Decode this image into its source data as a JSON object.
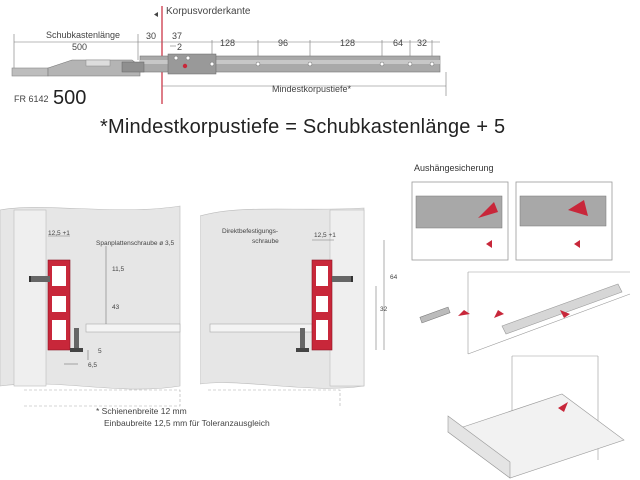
{
  "top_diagram": {
    "reference_label": "Korpusvorderkante",
    "drawer_length_label": "Schubkastenlänge",
    "drawer_length_value": "500",
    "dimensions": [
      "30",
      "37",
      "2",
      "128",
      "96",
      "128",
      "64",
      "32"
    ],
    "min_depth_label": "Mindestkorpustiefe*",
    "model_label": "FR 6142",
    "model_length": "500"
  },
  "formula": "*Mindestkorpustiefe = Schubkastenlänge + 5",
  "cross_section_left": {
    "screw_label": "Spanplattenschraube ø 3,5",
    "width_dim": "12,5 +1",
    "dim_upper": "11,5",
    "dim_lower": "43",
    "dim_gap": "5",
    "dim_bottom": "6,5"
  },
  "cross_section_right": {
    "screw_label_line1": "Direktbefestigungs-",
    "screw_label_line2": "schraube",
    "width_dim": "12,5 +1",
    "dim_total": "64",
    "dim_lower": "32"
  },
  "footnote": {
    "line1": "* Schienenbreite 12 mm",
    "line2": "Einbaubreite 12,5 mm für Toleranzausgleich"
  },
  "detail": {
    "title": "Aushängesicherung"
  },
  "colors": {
    "accent_red": "#c8273a",
    "rail_grey": "#a9a9a9",
    "panel_grey": "#e6e6e6",
    "line_grey": "#777777"
  }
}
